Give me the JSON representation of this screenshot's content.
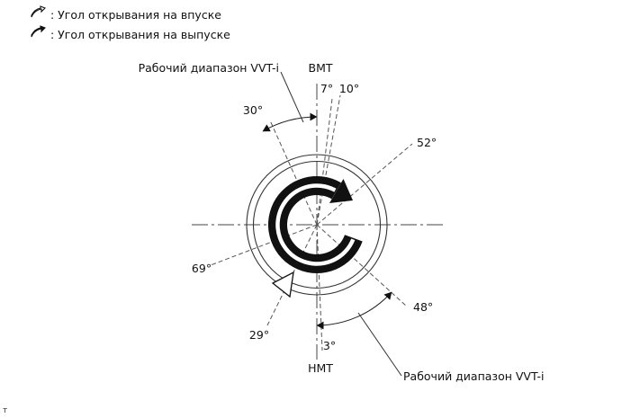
{
  "legend": {
    "intake_label": ": Угол открывания на впуске",
    "exhaust_label": ": Угол открывания на выпуске"
  },
  "labels": {
    "vvt_range_top": "Рабочий диапазон VVT-i",
    "vvt_range_bottom": "Рабочий диапазон VVT-i",
    "top_dead_center": "BMT",
    "bottom_dead_center": "HMT"
  },
  "angles": {
    "a7": "7°",
    "a10": "10°",
    "a52": "52°",
    "a30": "30°",
    "a69": "69°",
    "a29": "29°",
    "a3": "3°",
    "a48": "48°"
  },
  "footer": {
    "page_mark": "т"
  },
  "colors": {
    "line": "#333333",
    "dash": "#555555",
    "fill": "#111111"
  }
}
